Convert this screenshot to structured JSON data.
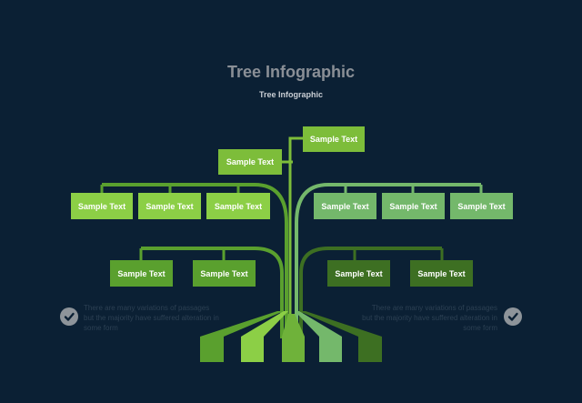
{
  "title": "Tree Infographic",
  "subtitle": "Tree Infographic",
  "colors": {
    "background": "#0b2034",
    "bright_green": "#7dbd3a",
    "light_green": "#8ccf46",
    "pale_green": "#74b86b",
    "mid_green": "#5aa02e",
    "dark_green": "#3d6f22"
  },
  "nodes": {
    "top_right": "Sample Text",
    "top_left": "Sample Text",
    "row1_left_1": "Sample Text",
    "row1_left_2": "Sample Text",
    "row1_left_3": "Sample Text",
    "row1_right_1": "Sample Text",
    "row1_right_2": "Sample Text",
    "row1_right_3": "Sample Text",
    "row2_left_1": "Sample Text",
    "row2_left_2": "Sample Text",
    "row2_right_1": "Sample Text",
    "row2_right_2": "Sample Text"
  },
  "notes": {
    "left": "There are many variations of passages but the majority have  suffered alteration in some form",
    "right": "There are many variations of passages but the majority have  suffered alteration in some form"
  },
  "icons": {
    "left": "check-circle-icon",
    "right": "check-circle-icon"
  }
}
